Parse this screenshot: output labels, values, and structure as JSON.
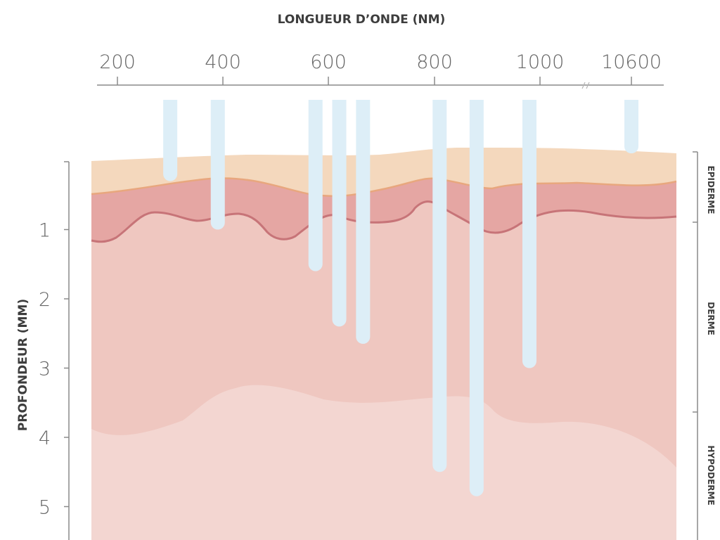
{
  "chart_data": {
    "type": "bar",
    "xlabel": "LONGUEUR D’ONDE (NM)",
    "ylabel": "PROFONDEUR (MM)",
    "x_ticks": [
      "200",
      "400",
      "600",
      "800",
      "1000",
      "10600"
    ],
    "y_ticks": [
      "1",
      "2",
      "3",
      "4",
      "5"
    ],
    "ylim": [
      0,
      5.5
    ],
    "y_inverted": true,
    "x_axis_position": "top",
    "x_axis_break": "between 1000 and 10600",
    "layers": [
      "EPIDERME",
      "DERME",
      "HYPODERME"
    ],
    "penetration": [
      {
        "wavelength": 300,
        "depth": 0.3
      },
      {
        "wavelength": 390,
        "depth": 1.0
      },
      {
        "wavelength": 575,
        "depth": 1.6
      },
      {
        "wavelength": 620,
        "depth": 2.4
      },
      {
        "wavelength": 665,
        "depth": 2.65
      },
      {
        "wavelength": 810,
        "depth": 4.5
      },
      {
        "wavelength": 880,
        "depth": 4.85
      },
      {
        "wavelength": 980,
        "depth": 3.0
      },
      {
        "wavelength": 10600,
        "depth": -0.1
      }
    ],
    "colors": {
      "beam": "#ddeef7",
      "epidermis": "#f4d8bd",
      "epidermis_edge": "#e8a77e",
      "papillary_dermis": "#e5a6a3",
      "papillary_edge": "#c77478",
      "dermis": "#efc7c0",
      "hypodermis": "#f3d6d1",
      "axis": "#8a8a8a"
    }
  }
}
